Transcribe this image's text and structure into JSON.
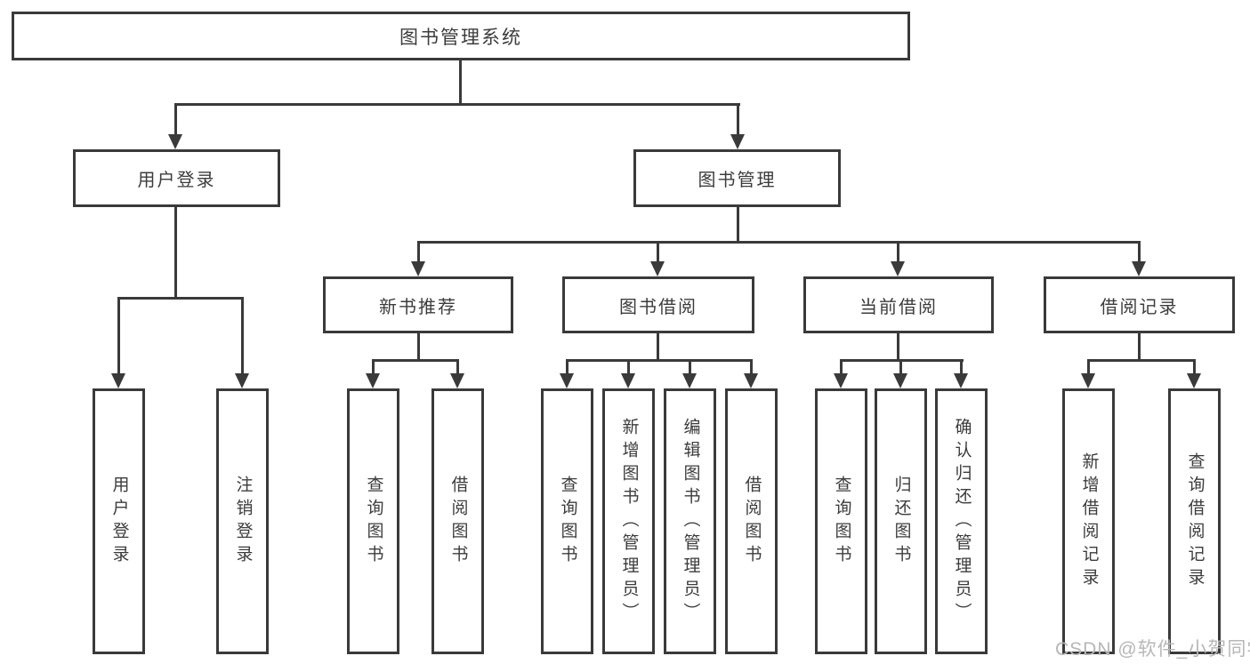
{
  "title": "图书管理系统",
  "watermark": "CSDN @软件_小贺同学",
  "colors": {
    "line": "#3a3a3a",
    "text": "#3c3c3c",
    "watermark": "#b7b7b7",
    "background": "#ffffff"
  },
  "branches": [
    {
      "label": "用户登录",
      "children": [
        "用户登录",
        "注销登录"
      ]
    },
    {
      "label": "图书管理",
      "groups": [
        {
          "label": "新书推荐",
          "children": [
            "查询图书",
            "借阅图书"
          ]
        },
        {
          "label": "图书借阅",
          "children": [
            "查询图书",
            "新增图书（管理员）",
            "编辑图书（管理员）",
            "借阅图书"
          ]
        },
        {
          "label": "当前借阅",
          "children": [
            "查询图书",
            "归还图书",
            "确认归还（管理员）"
          ]
        },
        {
          "label": "借阅记录",
          "children": [
            "新增借阅记录",
            "查询借阅记录"
          ]
        }
      ]
    }
  ]
}
